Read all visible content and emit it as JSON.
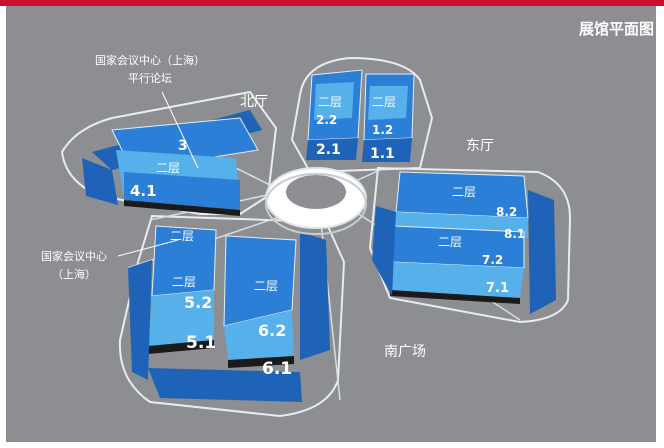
{
  "title": "展馆平面图",
  "labels": {
    "north_hall": "北厅",
    "east_hall": "东厅",
    "south_plaza": "南广场",
    "forum_line1": "国家会议中心（上海）",
    "forum_line2": "平行论坛",
    "ncc_line1": "国家会议中心",
    "ncc_line2": "（上海）"
  },
  "halls": {
    "h1_1": "1.1",
    "h1_2": "1.2",
    "h2_1": "2.1",
    "h2_2": "2.2",
    "h3": "3",
    "h4_1": "4.1",
    "h5_1": "5.1",
    "h5_2": "5.2",
    "h6_1": "6.1",
    "h6_2": "6.2",
    "h7_1": "7.1",
    "h7_2": "7.2",
    "h8_1": "8.1",
    "h8_2": "8.2"
  },
  "floor_tag": "二层",
  "colors": {
    "accent": "#c8102e",
    "background": "#8c8e91",
    "hall_dark": "#1e63b8",
    "hall_mid": "#2b7fd6",
    "hall_light": "#56b0ea",
    "outline": "#e8ecf0"
  }
}
